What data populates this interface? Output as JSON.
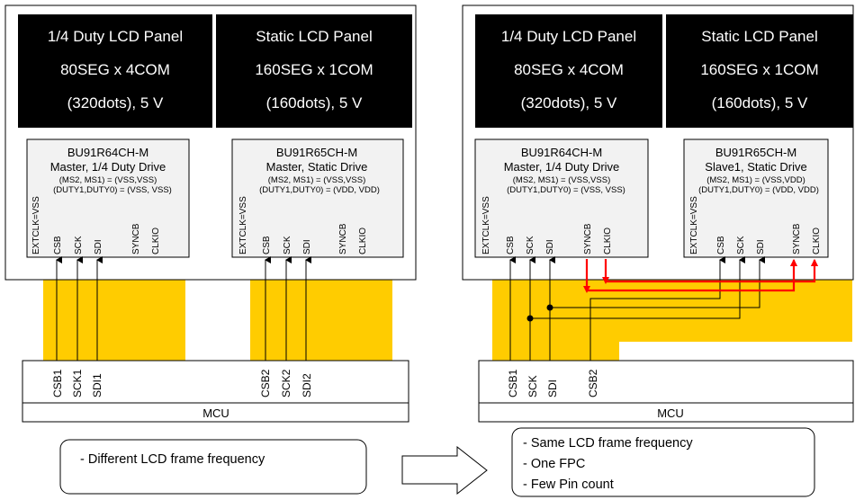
{
  "colors": {
    "fpc": "#ffcc00",
    "panel": "#000000",
    "chip": "#f2f2f2",
    "sync_line": "#ff0000"
  },
  "left": {
    "panel1": {
      "title": "1/4 Duty LCD Panel",
      "size": "80SEG x 4COM",
      "spec": "(320dots), 5 V"
    },
    "panel2": {
      "title": "Static LCD Panel",
      "size": "160SEG x 1COM",
      "spec": "(160dots), 5 V"
    },
    "chip1": {
      "name": "BU91R64CH-M",
      "role": "Master, 1/4 Duty Drive",
      "ms": "(MS2, MS1) = (VSS,VSS)",
      "duty": "(DUTY1,DUTY0) = (VSS, VSS)",
      "pins": {
        "extclk": "EXTCLK=VSS",
        "csb": "CSB",
        "sck": "SCK",
        "sdi": "SDI",
        "syncb": "SYNCB",
        "clkio": "CLKIO"
      }
    },
    "chip2": {
      "name": "BU91R65CH-M",
      "role": "Master, Static Drive",
      "ms": "(MS2, MS1) = (VSS,VSS)",
      "duty": "(DUTY1,DUTY0) = (VDD, VDD)",
      "pins": {
        "extclk": "EXTCLK=VSS",
        "csb": "CSB",
        "sck": "SCK",
        "sdi": "SDI",
        "syncb": "SYNCB",
        "clkio": "CLKIO"
      }
    },
    "mcu": {
      "label": "MCU",
      "pins": [
        "CSB1",
        "SCK1",
        "SDI1",
        "CSB2",
        "SCK2",
        "SDI2"
      ]
    },
    "note": {
      "lines": [
        "- Different LCD frame frequency"
      ]
    }
  },
  "right": {
    "panel1": {
      "title": "1/4 Duty LCD Panel",
      "size": "80SEG x 4COM",
      "spec": "(320dots), 5 V"
    },
    "panel2": {
      "title": "Static LCD Panel",
      "size": "160SEG x 1COM",
      "spec": "(160dots), 5 V"
    },
    "chip1": {
      "name": "BU91R64CH-M",
      "role": "Master, 1/4 Duty Drive",
      "ms": "(MS2, MS1) = (VSS,VSS)",
      "duty": "(DUTY1,DUTY0) = (VSS, VSS)",
      "pins": {
        "extclk": "EXTCLK=VSS",
        "csb": "CSB",
        "sck": "SCK",
        "sdi": "SDI",
        "syncb": "SYNCB",
        "clkio": "CLKIO"
      }
    },
    "chip2": {
      "name": "BU91R65CH-M",
      "role": "Slave1, Static Drive",
      "ms": "(MS2, MS1) = (VSS,VDD)",
      "duty": "(DUTY1,DUTY0) = (VDD, VDD)",
      "pins": {
        "extclk": "EXTCLK=VSS",
        "csb": "CSB",
        "sck": "SCK",
        "sdi": "SDI",
        "syncb": "SYNCB",
        "clkio": "CLKIO"
      }
    },
    "mcu": {
      "label": "MCU",
      "pins": [
        "CSB1",
        "SCK",
        "SDI",
        "CSB2"
      ]
    },
    "note": {
      "lines": [
        "- Same LCD frame frequency",
        "- One FPC",
        "- Few Pin count"
      ]
    }
  }
}
